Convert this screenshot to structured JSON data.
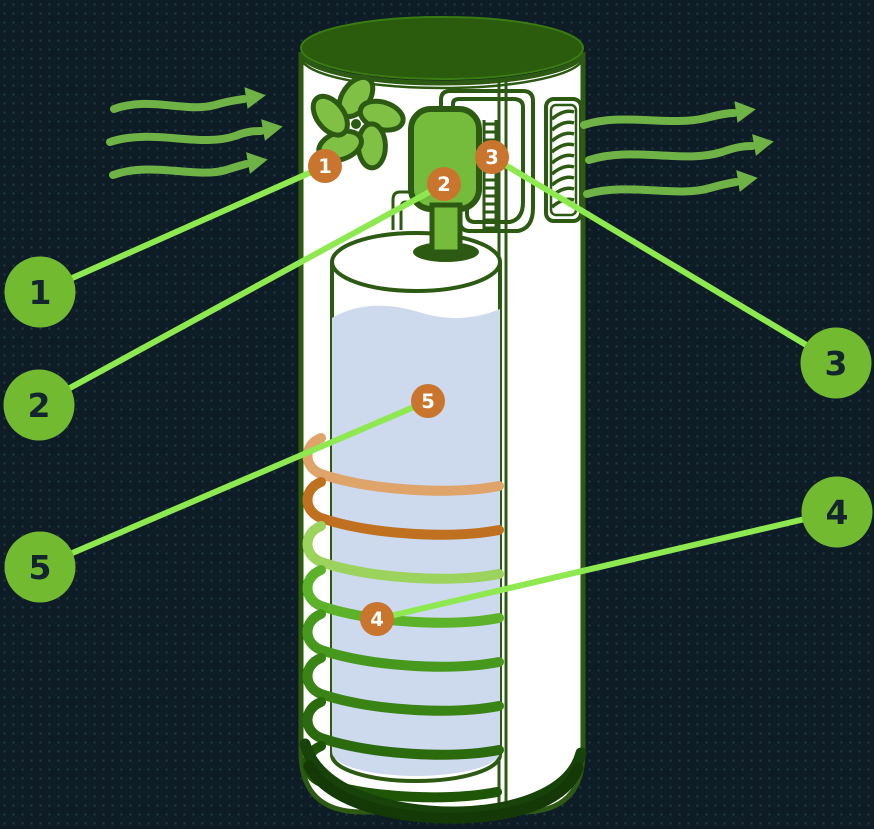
{
  "callouts": [
    {
      "number": "1"
    },
    {
      "number": "2"
    },
    {
      "number": "3"
    },
    {
      "number": "4"
    },
    {
      "number": "5"
    }
  ],
  "colors": {
    "background": "#0e1c26",
    "background_dot": "#1d3a47",
    "outline_green": "#2d5a12",
    "shell": "#ffffff",
    "cap_top": "#2b5c0d",
    "cap_rim": "#509e1f",
    "fan": "#80c045",
    "compressor": "#76bc3c",
    "water": "#cdd9ed",
    "callout_circle": "#72ba30",
    "callout_number": "#13252f",
    "badge": "#c9752e",
    "badge_number": "#ffffff",
    "connector": "#8ee950",
    "airflow": "#6fb246",
    "coil_rings": [
      "#dfa469",
      "#c0711f",
      "#9cd35c",
      "#5cb228",
      "#46991d",
      "#3a8315",
      "#2b6b0e",
      "#1e5507"
    ],
    "coil_bottom_rings": [
      "#17430a",
      "#143806"
    ]
  }
}
